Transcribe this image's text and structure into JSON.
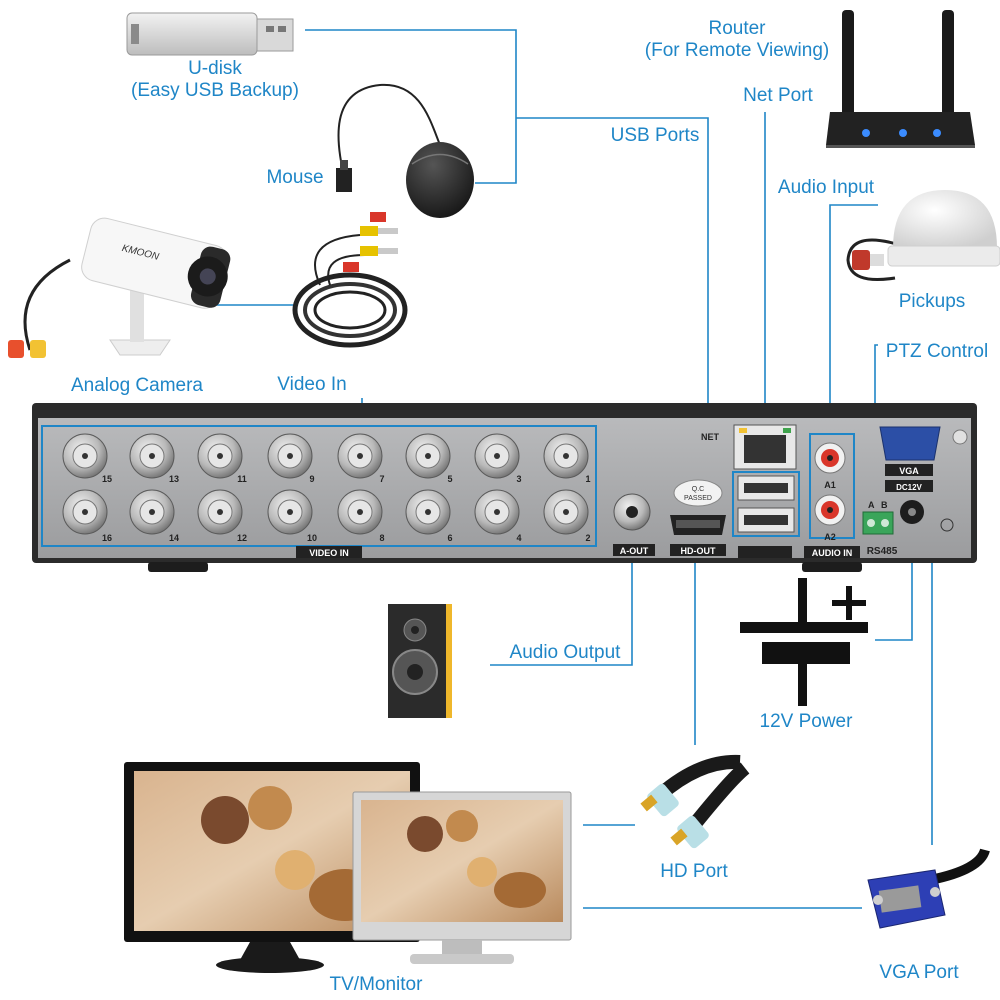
{
  "labels": {
    "udisk": "U-disk\n(Easy USB Backup)",
    "mouse": "Mouse",
    "usb_ports": "USB Ports",
    "router": "Router\n(For Remote Viewing)",
    "net_port": "Net Port",
    "audio_input": "Audio Input",
    "pickups": "Pickups",
    "ptz_control": "PTZ Control",
    "analog_camera": "Analog Camera",
    "video_in": "Video In",
    "audio_output": "Audio Output",
    "power_12v": "12V Power",
    "hd_port": "HD Port",
    "tv_monitor": "TV/Monitor",
    "vga_port": "VGA Port"
  },
  "dvr_panel": {
    "video_in_label": "VIDEO IN",
    "bnc_top_numbers": [
      "15",
      "13",
      "11",
      "9",
      "7",
      "5",
      "3",
      "1"
    ],
    "bnc_bottom_numbers": [
      "16",
      "14",
      "12",
      "10",
      "8",
      "6",
      "4",
      "2"
    ],
    "a_out": "A-OUT",
    "hd_out": "HD-OUT",
    "qc_stamp": "Q.C\nPASSED",
    "net": "NET",
    "audio_in": "AUDIO IN",
    "a1": "A1",
    "a2": "A2",
    "rs485": "RS485",
    "rs485_a": "A",
    "rs485_b": "B",
    "vga": "VGA",
    "dc12v": "DC12V",
    "camera_brand": "KMOON"
  },
  "colors": {
    "accent_blue": "#1f86c7",
    "panel_gray": "#a8a9ab",
    "chassis_dark": "#2b2b2b"
  },
  "icons": [
    "usb-drive-icon",
    "mouse-icon",
    "router-icon",
    "microphone-pickup-icon",
    "security-camera-icon",
    "video-cable-icon",
    "speaker-icon",
    "hdmi-cable-icon",
    "vga-cable-icon",
    "monitor-icon",
    "power-symbol-icon"
  ]
}
